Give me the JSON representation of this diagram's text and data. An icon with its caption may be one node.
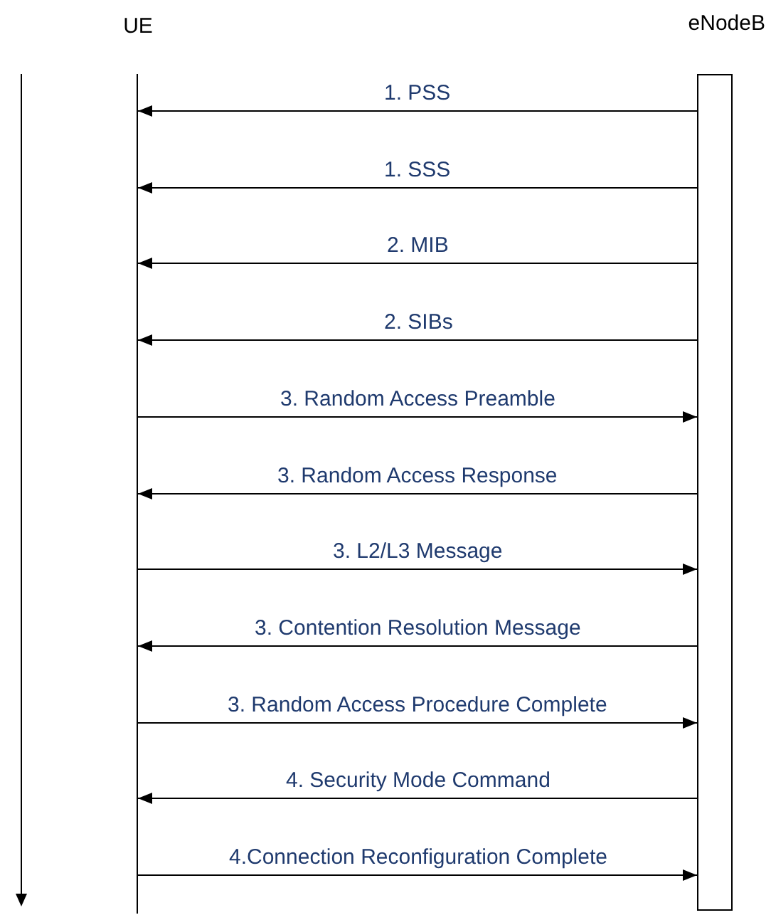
{
  "diagram": {
    "nodes": [
      {
        "text": [
          "UE"
        ]
      },
      {
        "text": [
          "eNodeB"
        ]
      }
    ],
    "edges": [
      {
        "from": 1,
        "to": 0,
        "arrow": "to",
        "label": "1. PSS"
      },
      {
        "from": 1,
        "to": 0,
        "arrow": "to",
        "label": "1. SSS"
      },
      {
        "from": 1,
        "to": 0,
        "arrow": "to",
        "label": "2. MIB"
      },
      {
        "from": 1,
        "to": 0,
        "arrow": "to",
        "label": "2. SIBs"
      },
      {
        "from": 0,
        "to": 1,
        "arrow": "to",
        "label": "3. Random Access Preamble"
      },
      {
        "from": 1,
        "to": 0,
        "arrow": "to",
        "label": "3. Random Access Response"
      },
      {
        "from": 0,
        "to": 1,
        "arrow": "to",
        "label": "3. L2/L3 Message"
      },
      {
        "from": 1,
        "to": 0,
        "arrow": "to",
        "label": "3. Contention Resolution Message"
      },
      {
        "from": 0,
        "to": 1,
        "arrow": "to",
        "label": "3. Random Access Procedure Complete"
      },
      {
        "from": 1,
        "to": 0,
        "arrow": "to",
        "label": "4. Security Mode Command"
      },
      {
        "from": 0,
        "to": 1,
        "arrow": "to",
        "label": "4.Connection Reconfiguration Complete"
      }
    ]
  }
}
